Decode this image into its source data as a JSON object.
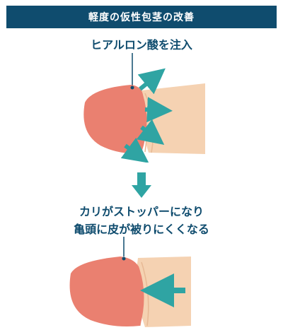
{
  "header": {
    "title": "軽度の仮性包茎の改善"
  },
  "step1": {
    "label": "ヒアルロン酸を注入"
  },
  "result": {
    "line1": "カリがストッパーになり",
    "line2": "亀頭に皮が被りにくくなる"
  },
  "colors": {
    "header_bg": "#0f4c6e",
    "text": "#0f4c6e",
    "glans": "#ea8070",
    "shaft": "#f5d2b2",
    "arrow": "#2fa4a3"
  }
}
